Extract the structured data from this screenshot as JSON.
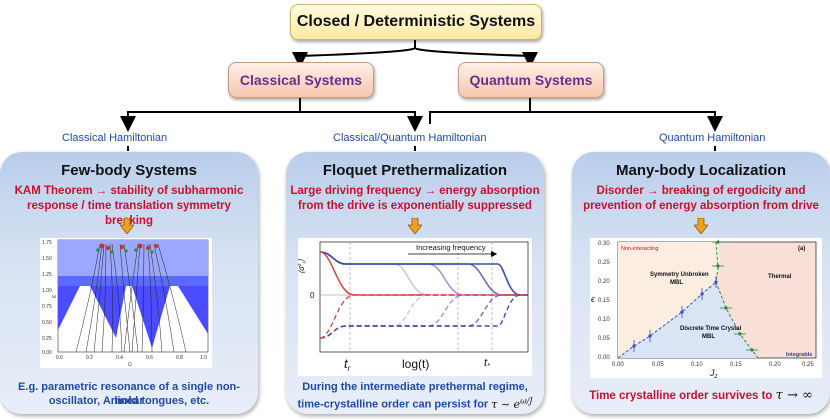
{
  "top": {
    "title": "Closed / Deterministic Systems"
  },
  "left_branch": {
    "title": "Classical Systems"
  },
  "right_branch": {
    "title": "Quantum  Systems"
  },
  "hamiltonians": {
    "left": "Classical Hamiltonian",
    "middle": "Classical/Quantum Hamiltonian",
    "right": "Quantum Hamiltonian"
  },
  "panels": [
    {
      "title": "Few-body Systems",
      "claim_line1": "KAM Theorem → stability of subharmonic",
      "claim_line2": "response / time translation symmetry breaking",
      "note_line1": "E.g. parametric resonance of a single non-linear",
      "note_line2": "oscillator, Arnold tongues, etc.",
      "figure": {
        "ylabel": "ω",
        "xlabel": "Ω",
        "xticks": [
          "0.0",
          "0.2",
          "0.4",
          "0.6",
          "0.8",
          "1.0"
        ],
        "yticks": [
          "1.75",
          "1.50",
          "1.25",
          "1.00",
          "0.75",
          "0.50",
          "0.25",
          "0.00"
        ]
      }
    },
    {
      "title": "Floquet Prethermalization",
      "claim_line1": "Large driving frequency → energy absorption",
      "claim_line2": "from the drive is exponentially suppressed",
      "note_line1": "During the intermediate prethermal regime,",
      "note_line2": "time-crystalline order can persist for",
      "note_formula": "τ ∼ e",
      "note_exponent": "ω/J",
      "figure": {
        "annotation": "Increasing frequency",
        "ylabel": "⟨σ",
        "ylabel_sup": "z",
        "ylabel_sub": "i",
        "ylabel_end": "⟩",
        "zero_label": "0",
        "t_r": "t",
        "t_r_sub": "r",
        "log_t": "log(t)",
        "t_star": "t",
        "t_star_sub": "*"
      }
    },
    {
      "title": "Many-body Localization",
      "claim_line1": "Disorder → breaking of ergodicity and",
      "claim_line2": "prevention of energy absorption from drive",
      "note_line1": "Time crystalline order survives to",
      "note_formula": "τ → ∞",
      "figure": {
        "label_a": "(a)",
        "non_interacting": "Non-interacting",
        "thermal": "Thermal",
        "sym_unbroken_1": "Symmetry Unbroken",
        "sym_unbroken_2": "MBL",
        "dtc_1": "Discrete Time Crystal",
        "dtc_2": "MBL",
        "integrable": "Integrable",
        "ylabel": "ϵ",
        "xlabel": "J",
        "xlabel_sub": "z",
        "xticks": [
          "0.00",
          "0.05",
          "0.10",
          "0.15",
          "0.20",
          "0.25"
        ],
        "yticks": [
          "0.30",
          "0.25",
          "0.20",
          "0.15",
          "0.10",
          "0.05",
          "0.00"
        ]
      }
    }
  ],
  "colors": {
    "claim_red": "#c8102e",
    "note_blue": "#1f4aa0",
    "branch_purple": "#6b2c8f",
    "arrow_orange": "#f2a11c"
  }
}
